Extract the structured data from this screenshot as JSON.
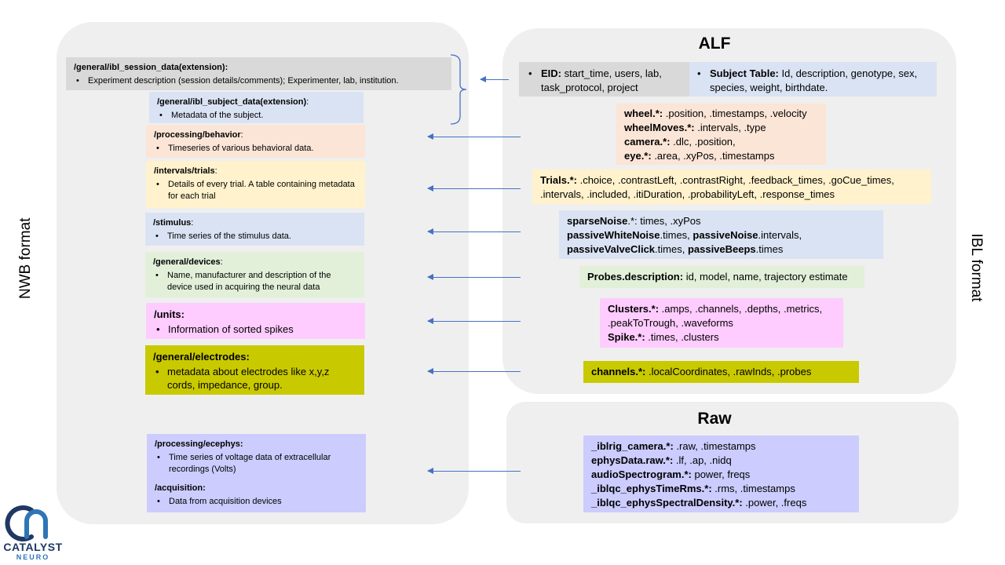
{
  "labels": {
    "nwb": "NWB format",
    "ibl": "IBL format",
    "alf": "ALF",
    "raw": "Raw"
  },
  "nwb": {
    "session": {
      "title": "/general/ibl_session_data(extension):",
      "item": "Experiment description (session details/comments); Experimenter,  lab, institution."
    },
    "subject": {
      "title": "/general/ibl_subject_data(extension)",
      "suffix": ":",
      "item": "Metadata of the subject."
    },
    "behavior": {
      "title": "/processing/behavior",
      "suffix": ":",
      "item": "Timeseries of various behavioral data."
    },
    "trials": {
      "title": "/intervals/trials",
      "suffix": ":",
      "item": "Details of every trial. A table containing metadata for each trial"
    },
    "stimulus": {
      "title": "/stimulus",
      "suffix": ":",
      "item": "Time series of the stimulus data."
    },
    "devices": {
      "title": "/general/devices",
      "suffix": ":",
      "item": "Name,  manufacturer and description of the device used in acquiring the neural data"
    },
    "units": {
      "title": "/units:",
      "item": "Information of sorted spikes"
    },
    "electrodes": {
      "title": "/general/electrodes:",
      "item": "metadata about electrodes like x,y,z cords, impedance, group."
    },
    "ecephys": {
      "title": "/processing/ecephys:",
      "item": "Time series of voltage data of extracellular recordings (Volts)"
    },
    "acquisition": {
      "title": "/acquisition:",
      "item": "Data from acquisition devices"
    }
  },
  "alf": {
    "eid": {
      "bold": "EID:",
      "text": " start_time, users, lab, task_protocol, project"
    },
    "subject_table": {
      "bold": "Subject Table:",
      "text": " Id, description, genotype, sex, species, weight, birthdate."
    },
    "wheel": [
      {
        "bold": "wheel.*:",
        "text": " .position, .timestamps, .velocity"
      },
      {
        "bold": "wheelMoves.*:",
        "text": " .intervals, .type"
      },
      {
        "bold": "camera.*:",
        "text": " .dlc, .position,"
      },
      {
        "bold": "eye.*:",
        "text": " .area, .xyPos, .timestamps"
      }
    ],
    "trials": {
      "bold": "Trials.*:",
      "text": " .choice, .contrastLeft, .contrastRight, .feedback_times, .goCue_times, .intervals, .included, .itiDuration, .probabilityLeft, .response_times"
    },
    "stim": {
      "l1_bold": "sparseNoise",
      "l1_text": ".*: times, .xyPos",
      "l2_bold1": "passiveWhiteNoise",
      "l2_text1": ".times, ",
      "l2_bold2": "passiveNoise",
      "l2_text2": ".intervals,",
      "l3_bold1": "passiveValveClick",
      "l3_text1": ".times, ",
      "l3_bold2": "passiveBeeps",
      "l3_text2": ".times"
    },
    "probes": {
      "bold": "Probes.description:",
      "text": " id, model, name, trajectory estimate"
    },
    "clusters": [
      {
        "bold": "Clusters.*:",
        "text": " .amps, .channels, .depths, .metrics, .peakToTrough, .waveforms"
      },
      {
        "bold": "Spike.*:",
        "text": " .times, .clusters"
      }
    ],
    "channels": {
      "bold": "channels.*:",
      "text": " .localCoordinates, .rawInds, .probes"
    }
  },
  "raw": [
    {
      "bold": "_iblrig_camera.*:",
      "text": " .raw, .timestamps"
    },
    {
      "bold": "ephysData.raw.*:",
      "text": " .lf, .ap, .nidq"
    },
    {
      "bold": "audioSpectrogram.*:",
      "text": " power, freqs"
    },
    {
      "bold": "_iblqc_ephysTimeRms.*:",
      "text": " .rms, .timestamps"
    },
    {
      "bold": "_iblqc_ephysSpectralDensity.*:",
      "text": " .power, .freqs"
    }
  ],
  "logo": {
    "name": "CATALYST",
    "sub": "NEURO"
  },
  "colors": {
    "arrow": "#4472c4",
    "olive": "#c9c900",
    "pink": "#ffccff",
    "lavender": "#ccccff"
  }
}
